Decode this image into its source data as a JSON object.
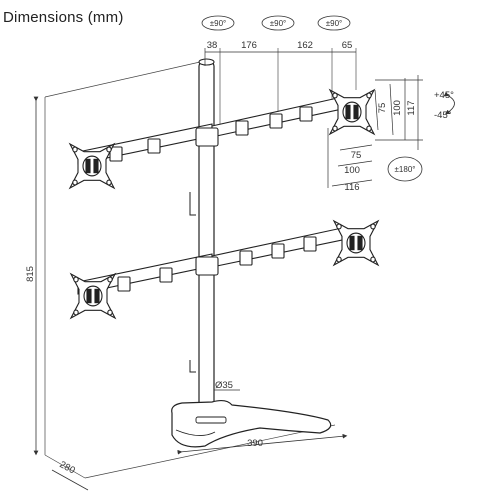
{
  "title": "Dimensions (mm)",
  "rotation_labels": [
    "±90°",
    "±90°",
    "±90°"
  ],
  "top_dims": [
    "38",
    "176",
    "162",
    "65"
  ],
  "side_dims": [
    "75",
    "100",
    "117"
  ],
  "bottom_dims": [
    "75",
    "100",
    "116"
  ],
  "tilt": {
    "up": "+45°",
    "down": "-45°"
  },
  "swivel": "±180°",
  "height": "815",
  "pole_diameter": "Ø35",
  "base_width": "390",
  "base_depth": "280"
}
